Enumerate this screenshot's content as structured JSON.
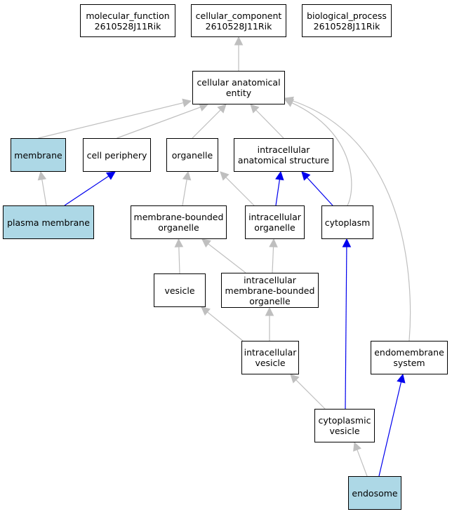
{
  "colors": {
    "highlight_fill": "#add8e6",
    "node_fill": "#ffffff",
    "edge_gray": "#bfbfbf",
    "edge_blue": "#0000ee"
  },
  "nodes": {
    "molecular_function": "molecular_function\n2610528J11Rik",
    "cellular_component": "cellular_component\n2610528J11Rik",
    "biological_process": "biological_process\n2610528J11Rik",
    "cellular_anatomical_entity": "cellular anatomical\nentity",
    "membrane": "membrane",
    "cell_periphery": "cell periphery",
    "organelle": "organelle",
    "intracellular_anatomical_structure": "intracellular\nanatomical structure",
    "plasma_membrane": "plasma membrane",
    "membrane_bounded_organelle": "membrane-bounded\norganelle",
    "intracellular_organelle": "intracellular\norganelle",
    "cytoplasm": "cytoplasm",
    "vesicle": "vesicle",
    "intracellular_membrane_bounded_organelle": "intracellular\nmembrane-bounded\norganelle",
    "intracellular_vesicle": "intracellular\nvesicle",
    "endomembrane_system": "endomembrane\nsystem",
    "cytoplasmic_vesicle": "cytoplasmic\nvesicle",
    "endosome": "endosome"
  },
  "highlighted": [
    "membrane",
    "plasma_membrane",
    "endosome"
  ],
  "edges": [
    {
      "from": "cellular_anatomical_entity",
      "to": "cellular_component",
      "color": "gray"
    },
    {
      "from": "membrane",
      "to": "cellular_anatomical_entity",
      "color": "gray"
    },
    {
      "from": "cell_periphery",
      "to": "cellular_anatomical_entity",
      "color": "gray"
    },
    {
      "from": "organelle",
      "to": "cellular_anatomical_entity",
      "color": "gray"
    },
    {
      "from": "intracellular_anatomical_structure",
      "to": "cellular_anatomical_entity",
      "color": "gray"
    },
    {
      "from": "cytoplasm",
      "to": "cellular_anatomical_entity",
      "color": "gray"
    },
    {
      "from": "endomembrane_system",
      "to": "cellular_anatomical_entity",
      "color": "gray"
    },
    {
      "from": "plasma_membrane",
      "to": "membrane",
      "color": "gray"
    },
    {
      "from": "plasma_membrane",
      "to": "cell_periphery",
      "color": "blue"
    },
    {
      "from": "membrane_bounded_organelle",
      "to": "organelle",
      "color": "gray"
    },
    {
      "from": "intracellular_organelle",
      "to": "organelle",
      "color": "gray"
    },
    {
      "from": "intracellular_organelle",
      "to": "intracellular_anatomical_structure",
      "color": "blue"
    },
    {
      "from": "cytoplasm",
      "to": "intracellular_anatomical_structure",
      "color": "blue"
    },
    {
      "from": "vesicle",
      "to": "membrane_bounded_organelle",
      "color": "gray"
    },
    {
      "from": "intracellular_membrane_bounded_organelle",
      "to": "membrane_bounded_organelle",
      "color": "gray"
    },
    {
      "from": "intracellular_membrane_bounded_organelle",
      "to": "intracellular_organelle",
      "color": "gray"
    },
    {
      "from": "intracellular_vesicle",
      "to": "vesicle",
      "color": "gray"
    },
    {
      "from": "intracellular_vesicle",
      "to": "intracellular_membrane_bounded_organelle",
      "color": "gray"
    },
    {
      "from": "cytoplasmic_vesicle",
      "to": "intracellular_vesicle",
      "color": "gray"
    },
    {
      "from": "cytoplasmic_vesicle",
      "to": "cytoplasm",
      "color": "blue"
    },
    {
      "from": "endosome",
      "to": "cytoplasmic_vesicle",
      "color": "gray"
    },
    {
      "from": "endosome",
      "to": "endomembrane_system",
      "color": "blue"
    }
  ]
}
